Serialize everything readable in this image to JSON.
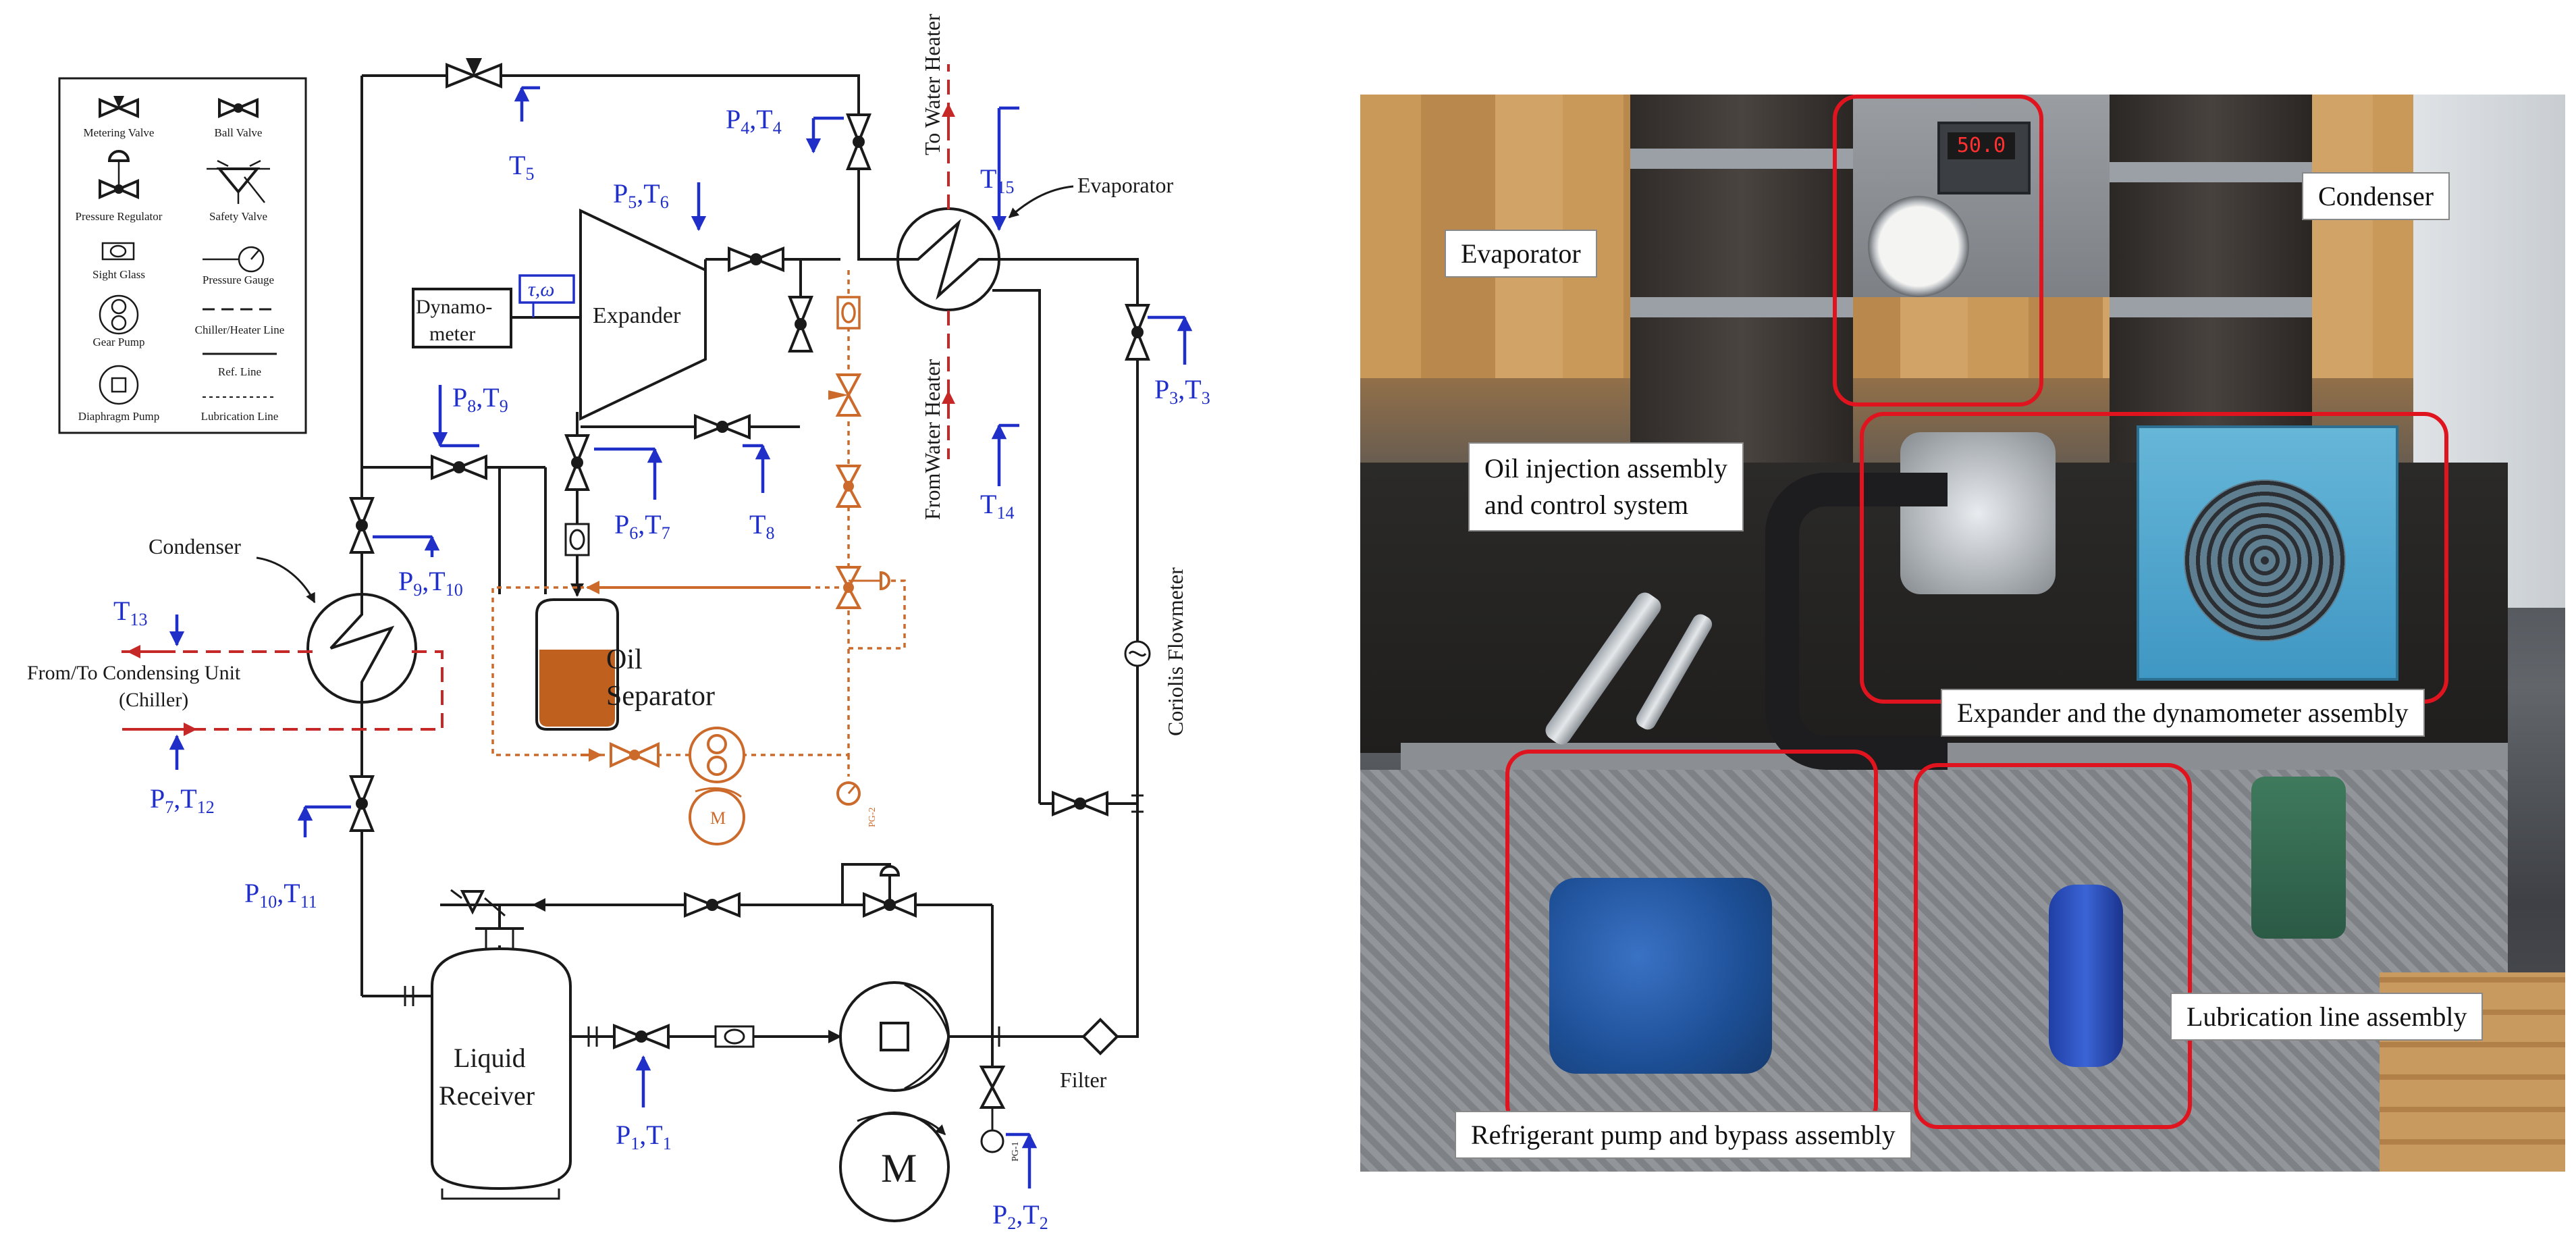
{
  "legend": {
    "items": [
      {
        "key": "metering-valve",
        "label": "Metering Valve"
      },
      {
        "key": "ball-valve",
        "label": "Ball Valve"
      },
      {
        "key": "pressure-regulator",
        "label": "Pressure Regulator"
      },
      {
        "key": "safety-valve",
        "label": "Safety Valve"
      },
      {
        "key": "sight-glass",
        "label": "Sight Glass"
      },
      {
        "key": "pressure-gauge",
        "label": "Pressure Gauge"
      },
      {
        "key": "gear-pump",
        "label": "Gear Pump"
      },
      {
        "key": "chiller-heater-line",
        "label": "Chiller/Heater Line"
      },
      {
        "key": "ref-line",
        "label": "Ref. Line"
      },
      {
        "key": "diaphragm-pump",
        "label": "Diaphragm Pump"
      },
      {
        "key": "lubrication-line",
        "label": "Lubrication Line"
      }
    ]
  },
  "schematic": {
    "components": {
      "dynamometer_line1": "Dynamo-",
      "dynamometer_line2": "meter",
      "torque_speed": "τ,ω",
      "expander": "Expander",
      "evaporator": "Evaporator",
      "condenser": "Condenser",
      "oil_separator_line1": "Oil",
      "oil_separator_line2": "Separator",
      "liquid_receiver_line1": "Liquid",
      "liquid_receiver_line2": "Receiver",
      "filter": "Filter",
      "coriolis": "Coriolis Flowmeter",
      "to_water_heater": "To Water Heater",
      "from_water_heater": "FromWater Heater",
      "condensing_unit_line1": "From/To Condensing Unit",
      "condensing_unit_line2": "(Chiller)",
      "motor_big": "M",
      "motor_small": "M",
      "gauge_pg1": "PG-1",
      "gauge_pg2": "PG-2"
    },
    "sensors": {
      "T5": {
        "main": "T",
        "sub": "5"
      },
      "P4T4": {
        "main": "P",
        "sub": "4",
        "main2": ",T",
        "sub2": "4"
      },
      "T15": {
        "main": "T",
        "sub": "15"
      },
      "P5T6": {
        "main": "P",
        "sub": "5",
        "main2": ",T",
        "sub2": "6"
      },
      "P3T3": {
        "main": "P",
        "sub": "3",
        "main2": ",T",
        "sub2": "3"
      },
      "P8T9": {
        "main": "P",
        "sub": "8",
        "main2": ",T",
        "sub2": "9"
      },
      "P6T7": {
        "main": "P",
        "sub": "6",
        "main2": ",T",
        "sub2": "7"
      },
      "T8": {
        "main": "T",
        "sub": "8"
      },
      "T14": {
        "main": "T",
        "sub": "14"
      },
      "P9T10": {
        "main": "P",
        "sub": "9",
        "main2": ",T",
        "sub2": "10"
      },
      "T13": {
        "main": "T",
        "sub": "13"
      },
      "P7T12": {
        "main": "P",
        "sub": "7",
        "main2": ",T",
        "sub2": "12"
      },
      "P10T11": {
        "main": "P",
        "sub": "10",
        "main2": ",T",
        "sub2": "11"
      },
      "P1T1": {
        "main": "P",
        "sub": "1",
        "main2": ",T",
        "sub2": "1"
      },
      "P2T2": {
        "main": "P",
        "sub": "2",
        "main2": ",T",
        "sub2": "2"
      }
    }
  },
  "photo": {
    "labels": {
      "evaporator": "Evaporator",
      "condenser": "Condenser",
      "oil_injection_line1": "Oil injection assembly",
      "oil_injection_line2": "and control system",
      "expander_dyno": "Expander and the dynamometer assembly",
      "lubrication": "Lubrication line assembly",
      "pump_bypass": "Refrigerant pump and bypass assembly"
    },
    "readout": "50.0"
  },
  "colors": {
    "refrigerant_line": "#1a1a1a",
    "sensor_blue": "#1f2fc8",
    "chiller_heater_red": "#c62828",
    "lubrication_orange": "#cc6a2c",
    "highlight_red": "#e0141e"
  }
}
